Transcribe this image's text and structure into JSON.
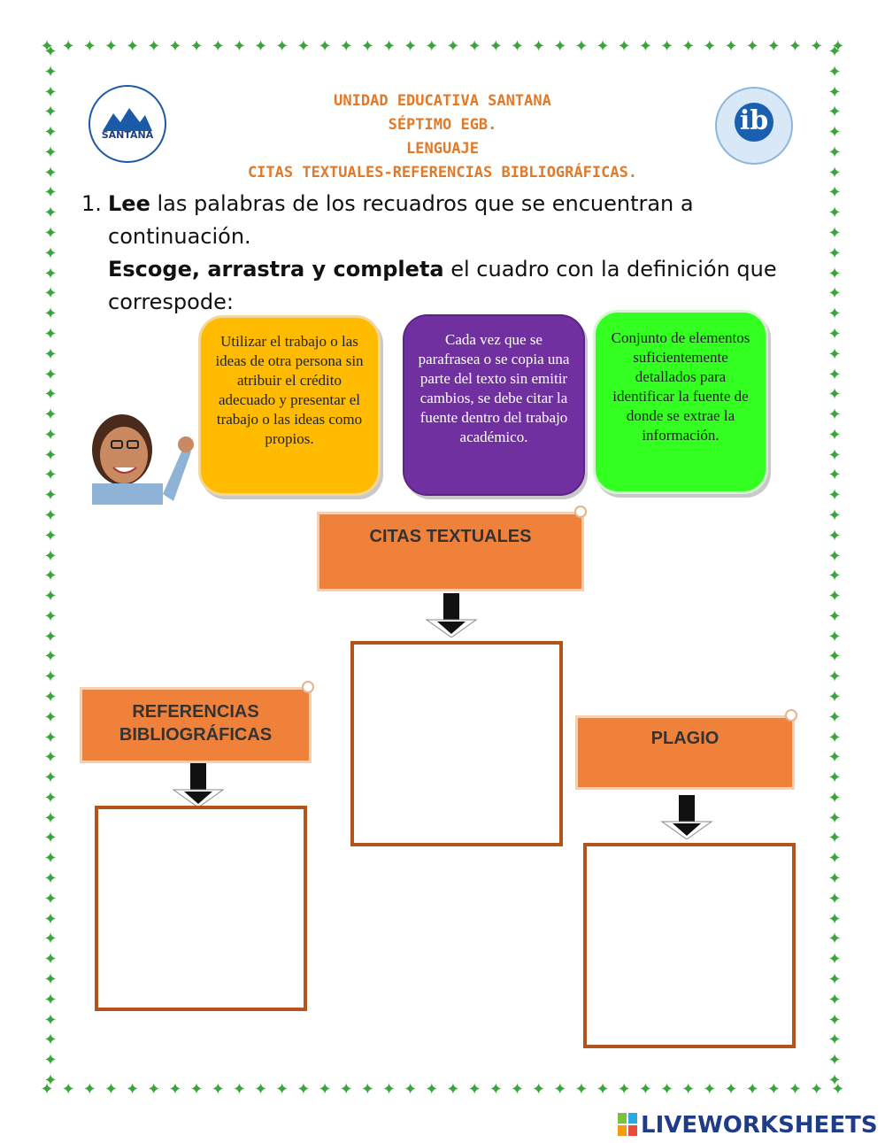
{
  "header": {
    "line1": "UNIDAD EDUCATIVA SANTANA",
    "line2": "SÉPTIMO EGB.",
    "line3": "LENGUAJE",
    "line4": "CITAS TEXTUALES-REFERENCIAS BIBLIOGRÁFICAS."
  },
  "logo_left": {
    "text": "SANTANA"
  },
  "logo_right": {
    "text": "ib"
  },
  "instruction": {
    "number": "1.",
    "bold1": "Lee",
    "text1": " las palabras de los recuadros que se encuentran a continuación.",
    "bold2": "Escoge, arrastra y completa",
    "text2": " el cuadro con la definición que correspode:"
  },
  "cards": {
    "yellow": "Utilizar el trabajo o las ideas de otra persona sin atribuir el crédito adecuado y presentar el trabajo o las ideas como propios.",
    "purple": "Cada vez que se parafrasea o se copia una parte del texto sin emitir cambios, se debe citar la fuente dentro del trabajo académico.",
    "green": "Conjunto de elementos suficientemente detallados para identificar la fuente de donde se extrae la información."
  },
  "banners": {
    "citas": "CITAS TEXTUALES",
    "referencias": "REFERENCIAS BIBLIOGRÁFICAS",
    "plagio": "PLAGIO"
  },
  "brand": "LIVEWORKSHEETS",
  "colors": {
    "header": "#e07a2a",
    "border": "#3aa53a",
    "banner": "#f0813a",
    "box_border": "#b5531d",
    "yellow": "#ffbb00",
    "purple": "#7030a0",
    "green": "#33ff21"
  }
}
